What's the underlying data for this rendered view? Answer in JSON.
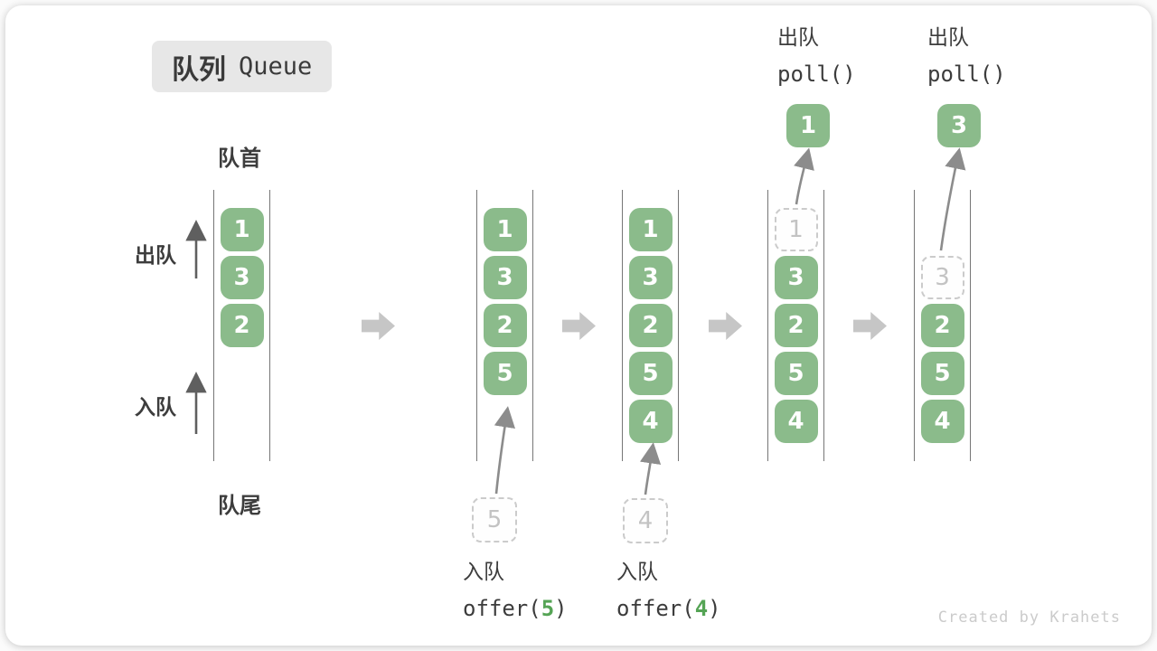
{
  "title": {
    "zh": "队列",
    "en": "Queue"
  },
  "labels": {
    "front": "队首",
    "rear": "队尾",
    "dequeue": "出队",
    "enqueue": "入队"
  },
  "states": [
    {
      "name": "initial",
      "slots": [
        {
          "value": "1",
          "kind": "green"
        },
        {
          "value": "3",
          "kind": "green"
        },
        {
          "value": "2",
          "kind": "green"
        }
      ]
    },
    {
      "name": "after-offer-5",
      "slots": [
        {
          "value": "1",
          "kind": "green"
        },
        {
          "value": "3",
          "kind": "green"
        },
        {
          "value": "2",
          "kind": "green"
        },
        {
          "value": "5",
          "kind": "green"
        }
      ],
      "incoming": {
        "value": "5"
      },
      "caption": {
        "action": "入队",
        "fn_open": "offer(",
        "arg": "5",
        "fn_close": ")"
      }
    },
    {
      "name": "after-offer-4",
      "slots": [
        {
          "value": "1",
          "kind": "green"
        },
        {
          "value": "3",
          "kind": "green"
        },
        {
          "value": "2",
          "kind": "green"
        },
        {
          "value": "5",
          "kind": "green"
        },
        {
          "value": "4",
          "kind": "green"
        }
      ],
      "incoming": {
        "value": "4"
      },
      "caption": {
        "action": "入队",
        "fn_open": "offer(",
        "arg": "4",
        "fn_close": ")"
      }
    },
    {
      "name": "after-poll-1",
      "slots": [
        {
          "value": "1",
          "kind": "dashed"
        },
        {
          "value": "3",
          "kind": "green"
        },
        {
          "value": "2",
          "kind": "green"
        },
        {
          "value": "5",
          "kind": "green"
        },
        {
          "value": "4",
          "kind": "green"
        }
      ],
      "outgoing": {
        "value": "1"
      },
      "caption": {
        "action": "出队",
        "fn": "poll()"
      }
    },
    {
      "name": "after-poll-3",
      "slots": [
        {
          "value": "",
          "kind": "empty"
        },
        {
          "value": "3",
          "kind": "dashed"
        },
        {
          "value": "2",
          "kind": "green"
        },
        {
          "value": "5",
          "kind": "green"
        },
        {
          "value": "4",
          "kind": "green"
        }
      ],
      "outgoing": {
        "value": "3"
      },
      "caption": {
        "action": "出队",
        "fn": "poll()"
      }
    }
  ],
  "colors": {
    "box_green": "#8bbb8b",
    "code_arg_green": "#55a455",
    "badge_bg": "#e7e7e7",
    "dashed_border": "#cbcbcb",
    "block_arrow": "#c6c6c6",
    "channel_line": "#767676",
    "text_dark": "#3c3c3c"
  },
  "watermark": "Created by Krahets"
}
